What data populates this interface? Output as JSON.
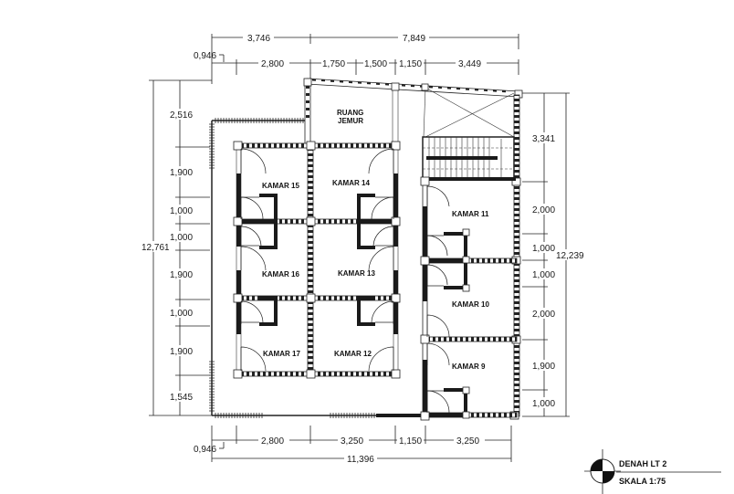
{
  "drawing": {
    "title": "DENAH LT 2",
    "scale": "SKALA 1:75"
  },
  "rooms": {
    "ruang_jemur_line1": "RUANG",
    "ruang_jemur_line2": "JEMUR",
    "kamar_15": "KAMAR 15",
    "kamar_14": "KAMAR 14",
    "kamar_16": "KAMAR 16",
    "kamar_13": "KAMAR 13",
    "kamar_17": "KAMAR 17",
    "kamar_12": "KAMAR 12",
    "kamar_11": "KAMAR 11",
    "kamar_10": "KAMAR 10",
    "kamar_9": "KAMAR 9"
  },
  "dimensions": {
    "top_overall": [
      "3,746",
      "7,849"
    ],
    "top_offset": "0,946",
    "top_detail": [
      "2,800",
      "1,750",
      "1,500",
      "1,150",
      "3,449"
    ],
    "left_overall": "12,761",
    "left_detail": [
      "2,516",
      "1,900",
      "1,000",
      "1,000",
      "1,900",
      "1,000",
      "1,900",
      "1,545"
    ],
    "right_overall": "12,239",
    "right_detail": [
      "3,341",
      "2,000",
      "1,000",
      "1,000",
      "2,000",
      "1,900",
      "1,000"
    ],
    "bottom_offset": "0,946",
    "bottom_detail": [
      "2,800",
      "3,250",
      "1,150",
      "3,250"
    ],
    "bottom_overall": "11,396"
  }
}
